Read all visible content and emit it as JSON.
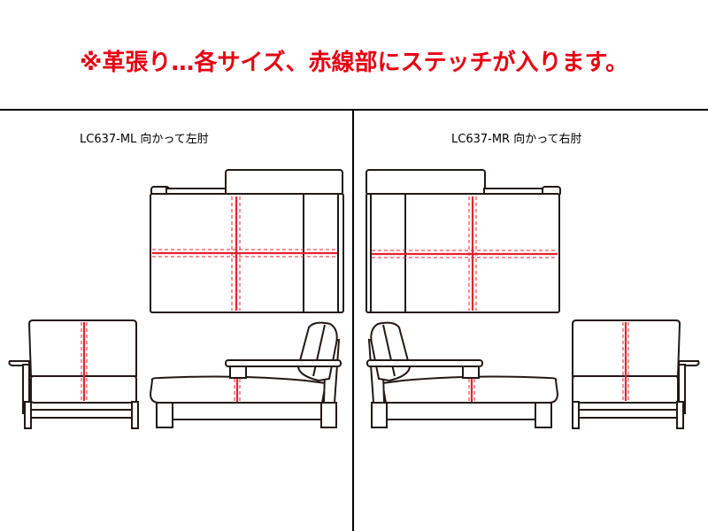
{
  "header": {
    "note": "※革張り…各サイズ、赤線部にステッチが入ります。",
    "note_color": "#e60012"
  },
  "panels": [
    {
      "model": "LC637-ML 向かって左肘",
      "views": [
        "top-view",
        "front-view",
        "side-view"
      ]
    },
    {
      "model": "LC637-MR 向かって右肘",
      "views": [
        "top-view",
        "side-view",
        "front-view"
      ]
    }
  ],
  "colors": {
    "stitch": "#e8212e",
    "outline": "#231815"
  }
}
